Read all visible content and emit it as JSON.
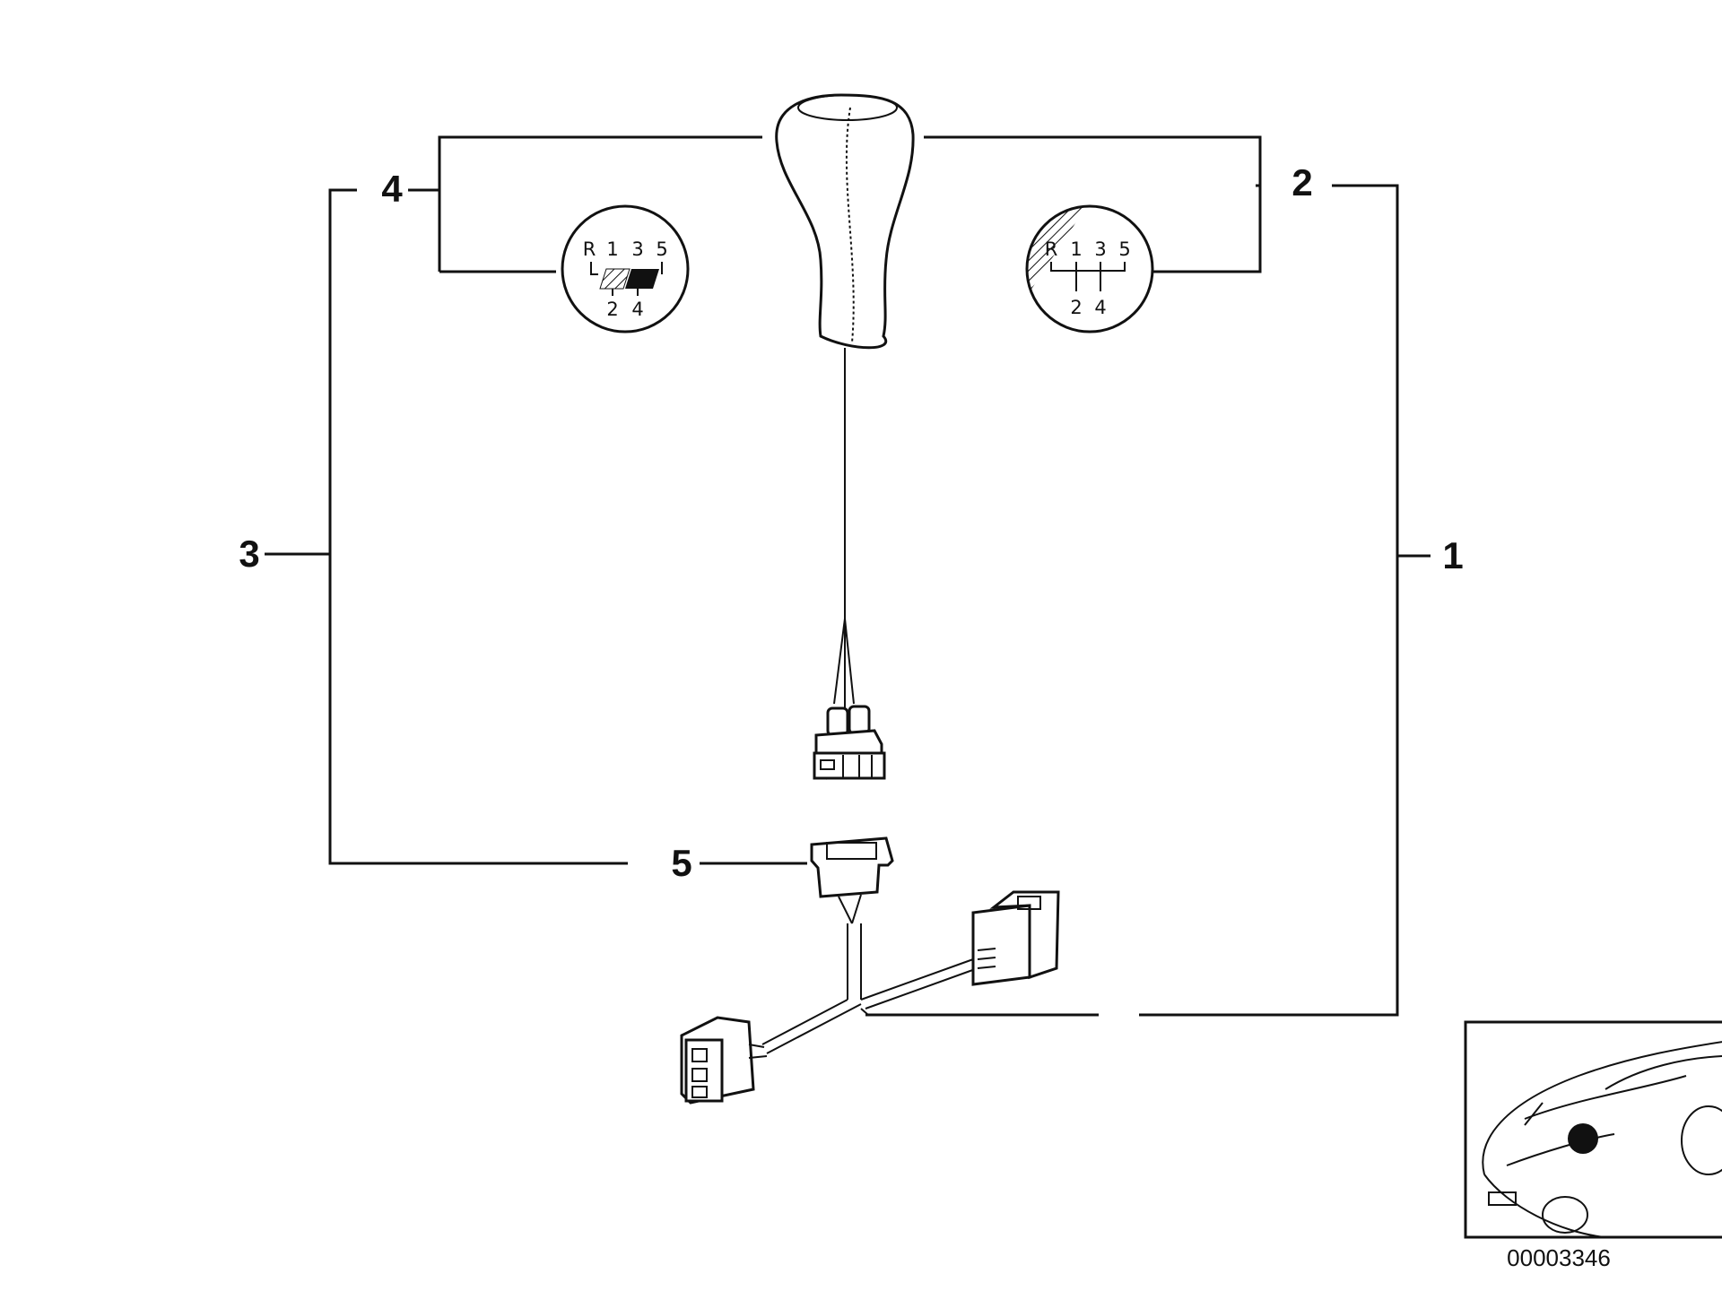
{
  "callouts": {
    "c1": "1",
    "c2": "2",
    "c3": "3",
    "c4": "4",
    "c5": "5"
  },
  "shift_pattern_m": {
    "top_row": [
      "R",
      "1",
      "3",
      "5"
    ],
    "bottom_row": [
      "2",
      "4"
    ]
  },
  "shift_pattern_std": {
    "top_row": [
      "R",
      "1",
      "3",
      "5"
    ],
    "bottom_row": [
      "2",
      "4"
    ]
  },
  "reference_number": "00003346",
  "icons": {
    "knob": "gear-knob-icon",
    "plug": "cable-plug-icon",
    "harness": "wiring-harness-icon",
    "car": "car-location-icon"
  }
}
